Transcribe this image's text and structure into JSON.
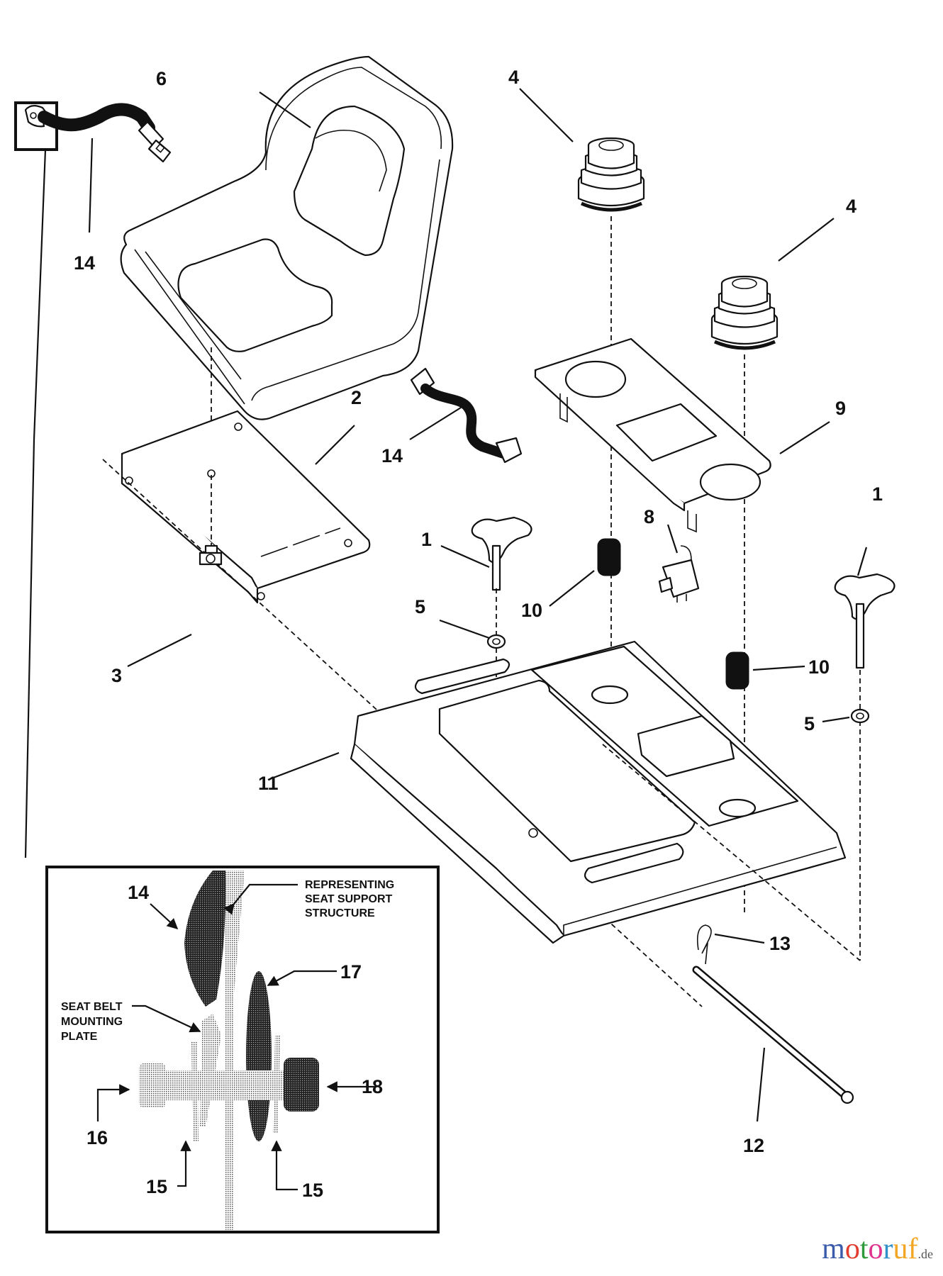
{
  "diagram": {
    "type": "exploded parts diagram",
    "subject": "Riding mower seat assembly",
    "callouts": [
      {
        "id": "c6",
        "label": "6",
        "part": "seat"
      },
      {
        "id": "c14a",
        "label": "14",
        "part": "seat belt (inset icon)"
      },
      {
        "id": "c4a",
        "label": "4",
        "part": "rubber bumper (left)"
      },
      {
        "id": "c4b",
        "label": "4",
        "part": "rubber bumper (right)"
      },
      {
        "id": "c9",
        "label": "9",
        "part": "bumper mount plate"
      },
      {
        "id": "c2",
        "label": "2",
        "part": "seat bracket"
      },
      {
        "id": "c14b",
        "label": "14",
        "part": "seat belt"
      },
      {
        "id": "c1a",
        "label": "1",
        "part": "knob (left)"
      },
      {
        "id": "c1b",
        "label": "1",
        "part": "knob (right)"
      },
      {
        "id": "c8",
        "label": "8",
        "part": "seat switch"
      },
      {
        "id": "c10a",
        "label": "10",
        "part": "spring (left)"
      },
      {
        "id": "c10b",
        "label": "10",
        "part": "spring (right)"
      },
      {
        "id": "c5a",
        "label": "5",
        "part": "washer (left)"
      },
      {
        "id": "c5b",
        "label": "5",
        "part": "washer (right)"
      },
      {
        "id": "c3",
        "label": "3",
        "part": "bolt"
      },
      {
        "id": "c11",
        "label": "11",
        "part": "seat pan"
      },
      {
        "id": "c13",
        "label": "13",
        "part": "hair pin clip"
      },
      {
        "id": "c12",
        "label": "12",
        "part": "pivot rod"
      }
    ],
    "inset": {
      "callouts": [
        {
          "id": "i14",
          "label": "14"
        },
        {
          "id": "i17",
          "label": "17"
        },
        {
          "id": "i16",
          "label": "16"
        },
        {
          "id": "i18",
          "label": "18"
        },
        {
          "id": "i15a",
          "label": "15"
        },
        {
          "id": "i15b",
          "label": "15"
        }
      ],
      "notes": {
        "support_line1": "REPRESENTING",
        "support_line2": "SEAT SUPPORT",
        "support_line3": "STRUCTURE",
        "plate_line1": "SEAT BELT",
        "plate_line2": "MOUNTING",
        "plate_line3": "PLATE"
      }
    }
  },
  "watermark": {
    "letters": [
      {
        "ch": "m",
        "color": "#3b5bab"
      },
      {
        "ch": "o",
        "color": "#e23c2e"
      },
      {
        "ch": "t",
        "color": "#2e9a3c"
      },
      {
        "ch": "o",
        "color": "#e0338e"
      },
      {
        "ch": "r",
        "color": "#2e8fc9"
      },
      {
        "ch": "u",
        "color": "#f2a623"
      },
      {
        "ch": "f",
        "color": "#f2a623"
      }
    ],
    "tld": ".de"
  }
}
